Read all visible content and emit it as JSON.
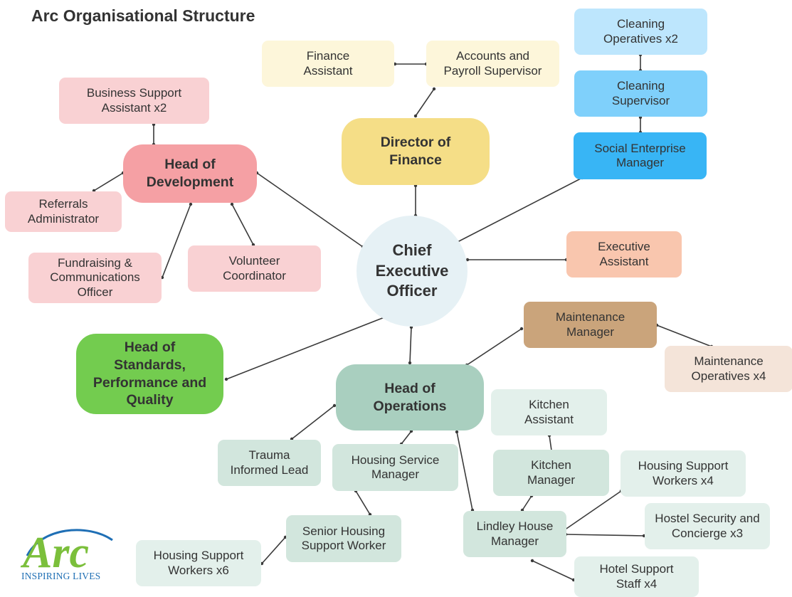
{
  "title": "Arc Organisational Structure",
  "colors": {
    "connector": "#3a3a3a",
    "development": "#f5a0a4",
    "development_light": "#f9d1d3",
    "finance": "#f5de87",
    "finance_light": "#fdf6da",
    "social_enterprise": "#38b5f5",
    "cleaning_supervisor": "#7fd0fb",
    "cleaning_operatives": "#bde6fd",
    "ceo": "#e6f1f5",
    "executive_assistant": "#f9c6ae",
    "maintenance": "#caa47b",
    "maintenance_light": "#f4e4d9",
    "standards": "#73cc4f",
    "operations": "#a9cfbf",
    "operations_light": "#d2e6dd",
    "kitchen_assistant": "#e3f0eb",
    "logo_green": "#7bbf3b",
    "logo_blue": "#1f6fb5"
  },
  "nodes": {
    "ceo": "Chief\nExecutive\nOfficer",
    "head_development": "Head of\nDevelopment",
    "business_support": "Business Support\nAssistant x2",
    "referrals": "Referrals\nAdministrator",
    "fundraising": "Fundraising &\nCommunications\nOfficer",
    "volunteer": "Volunteer\nCoordinator",
    "director_finance": "Director of\nFinance",
    "finance_assistant": "Finance\nAssistant",
    "accounts_payroll": "Accounts and\nPayroll Supervisor",
    "cleaning_operatives": "Cleaning\nOperatives x2",
    "cleaning_supervisor": "Cleaning\nSupervisor",
    "social_enterprise": "Social Enterprise\nManager",
    "executive_assistant": "Executive\nAssistant",
    "maintenance_manager": "Maintenance\nManager",
    "maintenance_operatives": "Maintenance\nOperatives x4",
    "head_standards": "Head of\nStandards,\nPerformance and\nQuality",
    "head_operations": "Head of\nOperations",
    "trauma_lead": "Trauma\nInformed Lead",
    "housing_service_manager": "Housing Service\nManager",
    "kitchen_assistant": "Kitchen\nAssistant",
    "kitchen_manager": "Kitchen\nManager",
    "housing_support_x4": "Housing Support\nWorkers x4",
    "hostel_security": "Hostel Security and\nConcierge x3",
    "lindley_house": "Lindley House\nManager",
    "hotel_support": "Hotel Support\nStaff x4",
    "senior_housing": "Senior Housing\nSupport Worker",
    "housing_support_x6": "Housing Support\nWorkers x6"
  },
  "logo": {
    "wordmark": "Arc",
    "tagline": "INSPIRING LIVES"
  }
}
